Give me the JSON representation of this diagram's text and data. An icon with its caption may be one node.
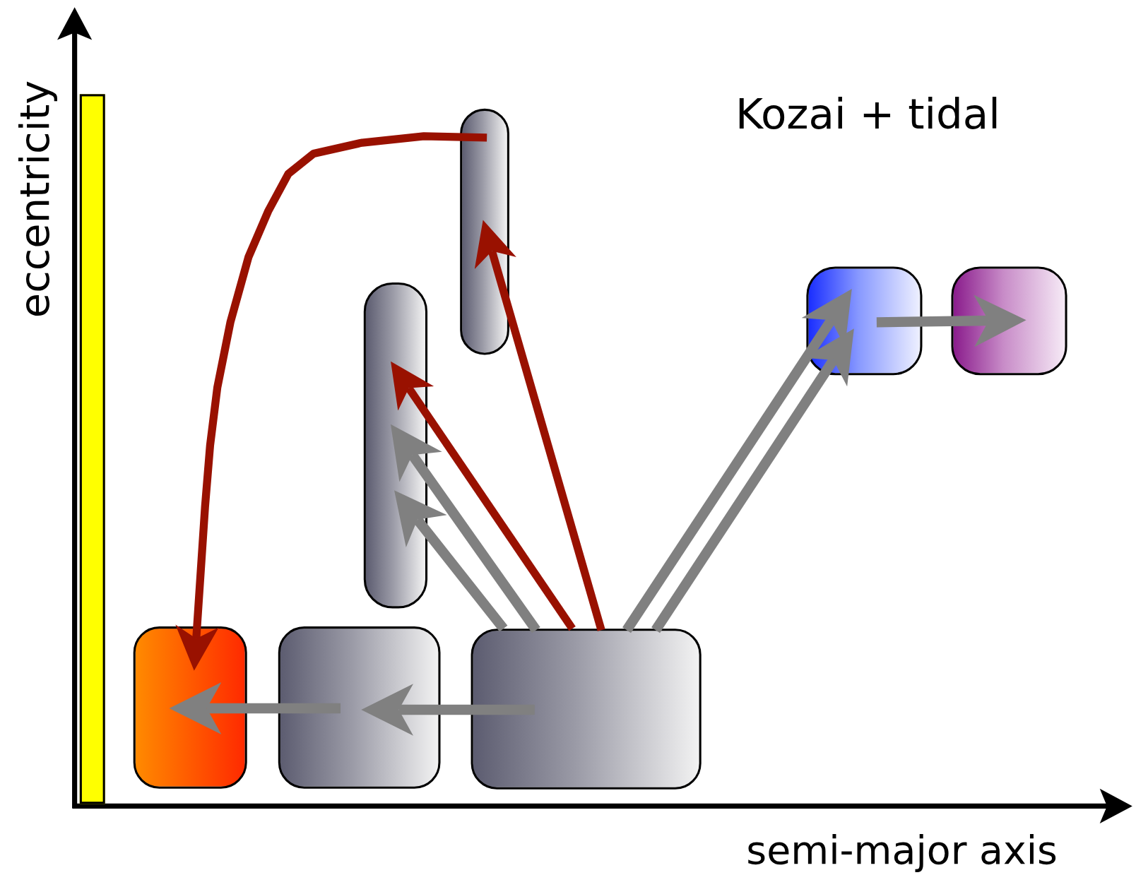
{
  "diagram": {
    "nodes": [
      {
        "text": [],
        "shape": "bar"
      },
      {
        "text": [],
        "shape": "box"
      },
      {
        "text": [],
        "shape": "box"
      },
      {
        "text": [],
        "shape": "box"
      },
      {
        "text": [],
        "shape": "box"
      },
      {
        "text": [],
        "shape": "box"
      },
      {
        "text": [],
        "shape": "box"
      },
      {
        "text": [],
        "shape": "box"
      }
    ],
    "edges": [
      {
        "from": 1,
        "to": 5,
        "arrow": "to",
        "color": "#991100"
      },
      {
        "from": 7,
        "to": 1,
        "arrow": "to",
        "color": "#991100"
      },
      {
        "from": 7,
        "to": 2,
        "arrow": "to",
        "color": "#991100"
      },
      {
        "from": 7,
        "to": 2,
        "arrow": "to"
      },
      {
        "from": 7,
        "to": 2,
        "arrow": "to"
      },
      {
        "from": 7,
        "to": 3,
        "arrow": "to"
      },
      {
        "from": 7,
        "to": 3,
        "arrow": "to"
      },
      {
        "from": 3,
        "to": 4,
        "arrow": "to"
      },
      {
        "from": 7,
        "to": 6,
        "arrow": "to"
      },
      {
        "from": 6,
        "to": 5,
        "arrow": "to"
      }
    ],
    "labels": [
      "Kozai + tidal",
      "eccentricity",
      "semi-major axis"
    ]
  }
}
